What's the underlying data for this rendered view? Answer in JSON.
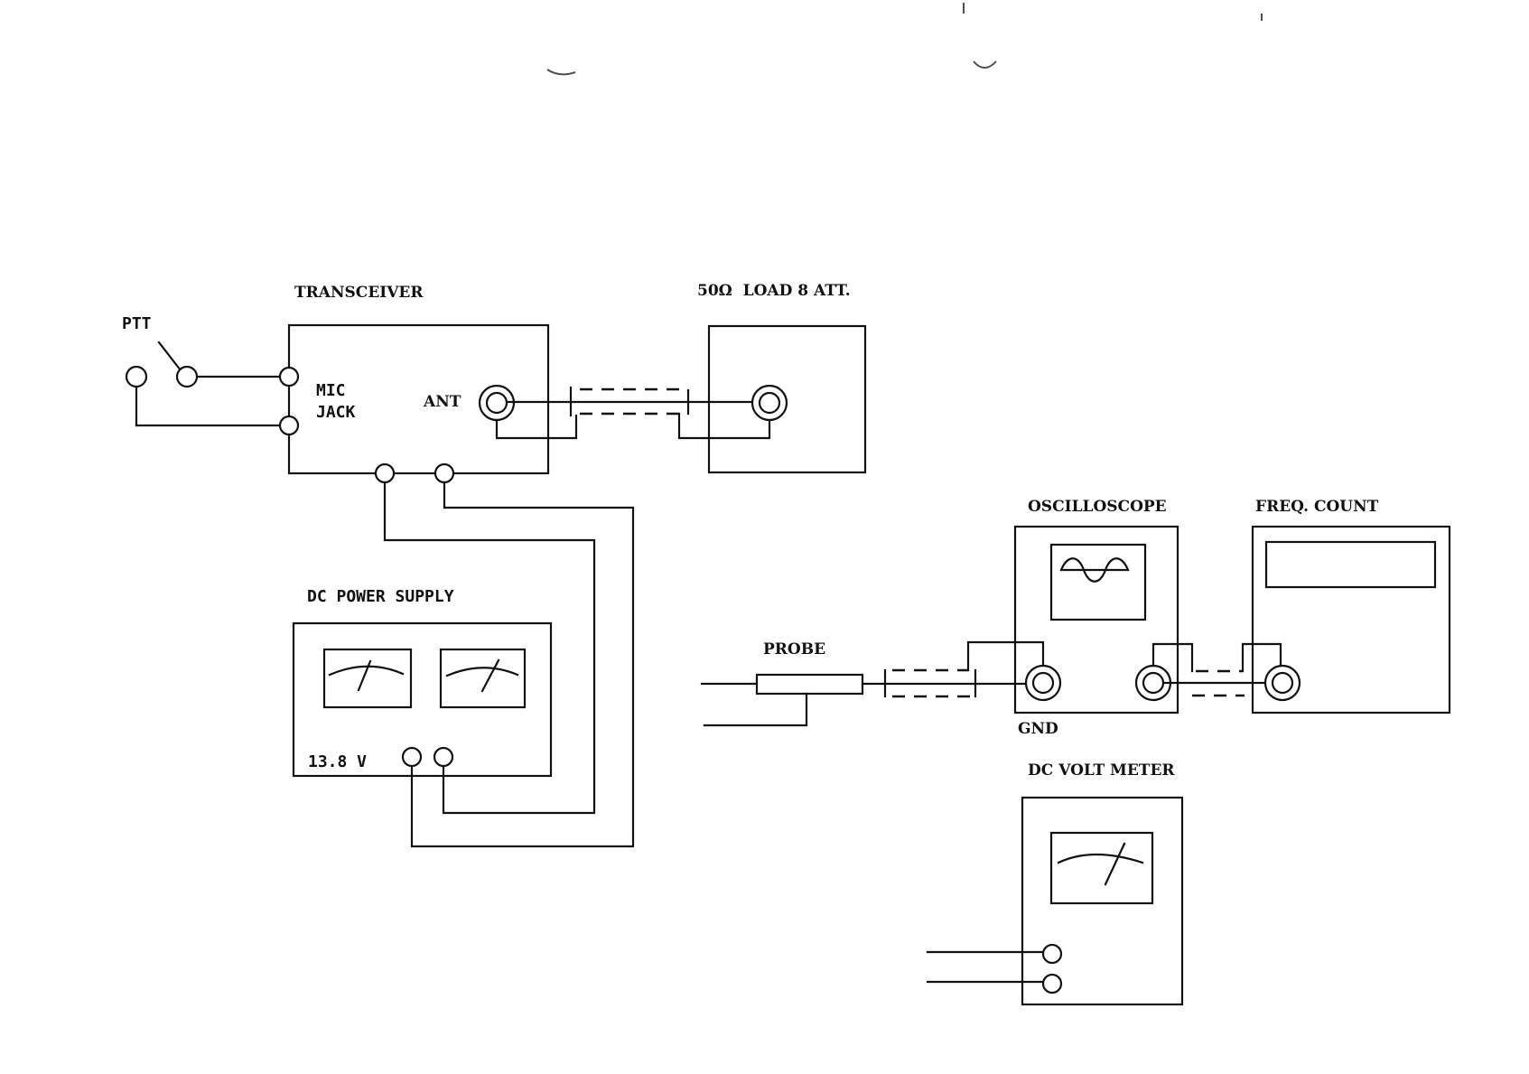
{
  "diagram": {
    "type": "test-setup wiring diagram",
    "labels": {
      "transceiver": "TRANSCEIVER",
      "ptt": "PTT",
      "mic": "MIC",
      "jack": "JACK",
      "ant": "ANT",
      "load": "50Ω  LOAD 8 ATT.",
      "power_supply": "DC POWER SUPPLY",
      "voltage": "13.8 V",
      "oscilloscope": "OSCILLOSCOPE",
      "freq_counter": "FREQ. COUNT",
      "probe": "PROBE",
      "gnd": "GND",
      "volt_meter": "DC VOLT METER"
    },
    "components": [
      {
        "id": "ptt-switch",
        "name": "PTT switch"
      },
      {
        "id": "transceiver",
        "name": "TRANSCEIVER",
        "ports": [
          "MIC JACK",
          "ANT",
          "DC input +",
          "DC input -"
        ]
      },
      {
        "id": "load",
        "name": "50Ω LOAD 8 ATT.",
        "ports": [
          "RF input"
        ]
      },
      {
        "id": "power-supply",
        "name": "DC POWER SUPPLY",
        "output": "13.8 V",
        "meters": 2
      },
      {
        "id": "oscilloscope",
        "name": "OSCILLOSCOPE",
        "ports": [
          "input",
          "output"
        ]
      },
      {
        "id": "freq-counter",
        "name": "FREQ. COUNT",
        "ports": [
          "input"
        ]
      },
      {
        "id": "probe",
        "name": "PROBE"
      },
      {
        "id": "volt-meter",
        "name": "DC VOLT METER",
        "terminals": 2
      }
    ],
    "connections": [
      {
        "from": "PTT switch",
        "to": "MIC JACK"
      },
      {
        "from": "ANT",
        "to": "50Ω LOAD 8 ATT.",
        "via": "coax cable"
      },
      {
        "from": "TRANSCEIVER DC terminals",
        "to": "DC POWER SUPPLY 13.8 V terminals"
      },
      {
        "from": "PROBE",
        "to": "OSCILLOSCOPE input",
        "via": "coax cable"
      },
      {
        "from": "OSCILLOSCOPE output",
        "to": "FREQ. COUNT input",
        "via": "coax cable"
      }
    ]
  }
}
